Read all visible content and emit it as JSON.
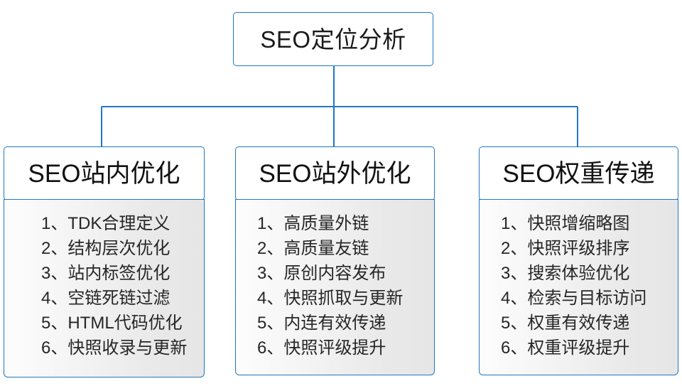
{
  "diagram": {
    "type": "org-tree",
    "accent_color": "#1f77c4",
    "text_color": "#1a1a1a",
    "body_fill_start": "#fdfdfd",
    "body_fill_end": "#e6e6e6",
    "root": {
      "title": "SEO定位分析"
    },
    "branches": [
      {
        "id": "onsite",
        "title": "SEO站内优化",
        "items": [
          "1、TDK合理定义",
          "2、结构层次优化",
          "3、站内标签优化",
          "4、空链死链过滤",
          "5、HTML代码优化",
          "6、快照收录与更新"
        ]
      },
      {
        "id": "offsite",
        "title": "SEO站外优化",
        "items": [
          "1、高质量外链",
          "2、高质量友链",
          "3、原创内容发布",
          "4、快照抓取与更新",
          "5、内连有效传递",
          "6、快照评级提升"
        ]
      },
      {
        "id": "weight",
        "title": "SEO权重传递",
        "items": [
          "1、快照增缩略图",
          "2、快照评级排序",
          "3、搜索体验优化",
          "4、检索与目标访问",
          "5、权重有效传递",
          "6、权重评级提升"
        ]
      }
    ]
  }
}
